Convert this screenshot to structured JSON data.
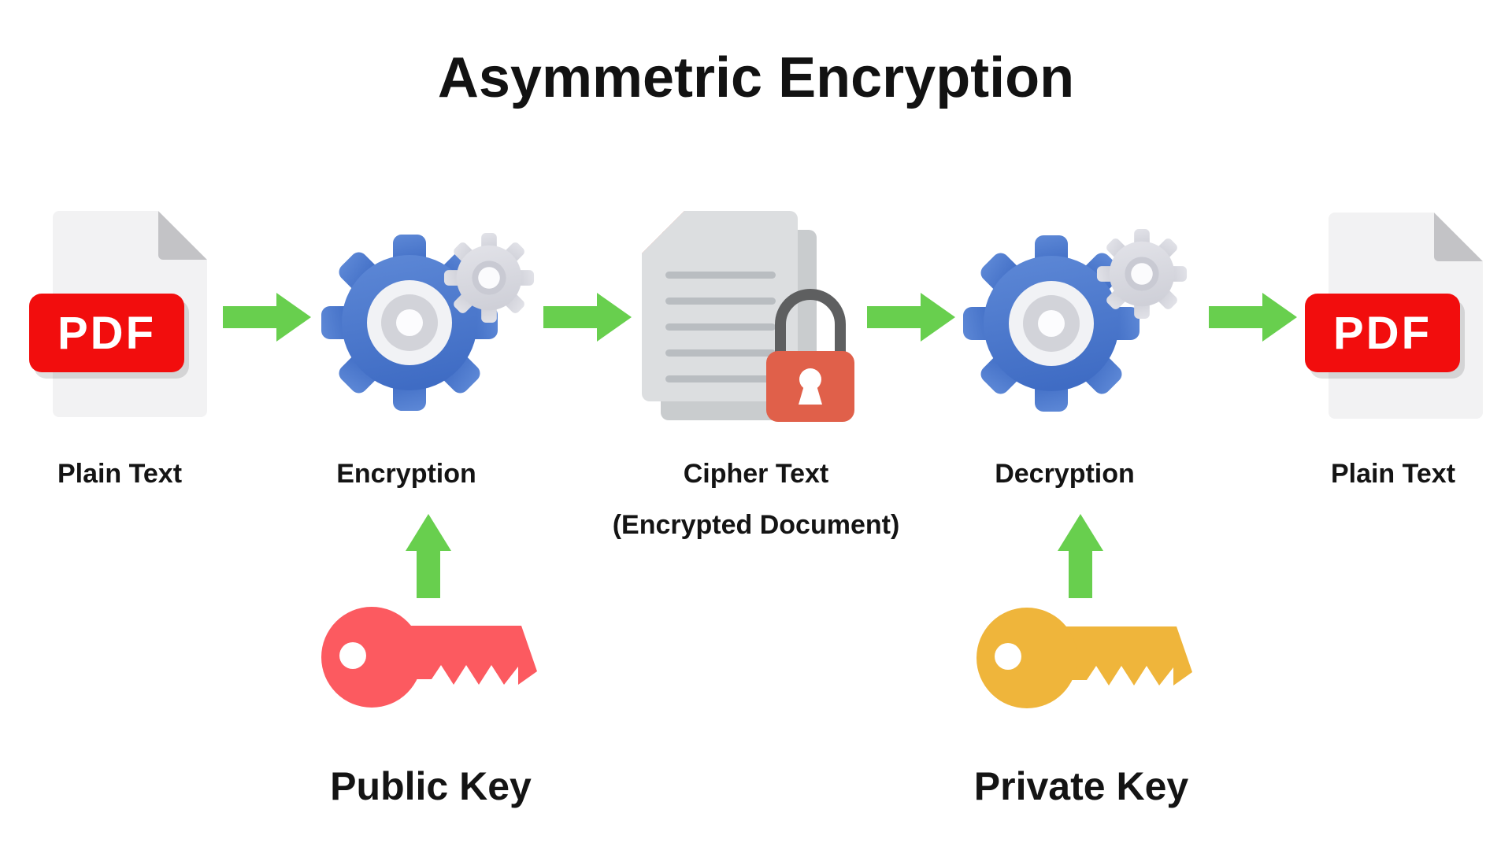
{
  "title": "Asymmetric Encryption",
  "stages": [
    {
      "label": "Plain Text",
      "icon": "pdf-file-icon"
    },
    {
      "label": "Encryption",
      "icon": "gears-icon"
    },
    {
      "label": "Cipher Text",
      "sublabel": "(Encrypted Document)",
      "icon": "encrypted-document-icon"
    },
    {
      "label": "Decryption",
      "icon": "gears-icon"
    },
    {
      "label": "Plain Text",
      "icon": "pdf-file-icon"
    }
  ],
  "pdf_label": "PDF",
  "keys": [
    {
      "label": "Public Key",
      "icon": "key-icon",
      "color": "#FC5A60",
      "points_to": "Encryption"
    },
    {
      "label": "Private Key",
      "icon": "key-icon",
      "color": "#EFB53B",
      "points_to": "Decryption"
    }
  ],
  "colors": {
    "background": "#FFFFFF",
    "text": "#141414",
    "arrow_green": "#68CF4E",
    "gear_blue": "#4F80D8",
    "gear_silver": "#E8E9EE",
    "pdf_red": "#F20D0D",
    "document_gray": "#DCDEE0",
    "lock_body_red": "#E0604A",
    "lock_shackle_gray": "#5E5F60",
    "public_key_red": "#FC5A60",
    "private_key_yellow": "#EFB53B"
  }
}
